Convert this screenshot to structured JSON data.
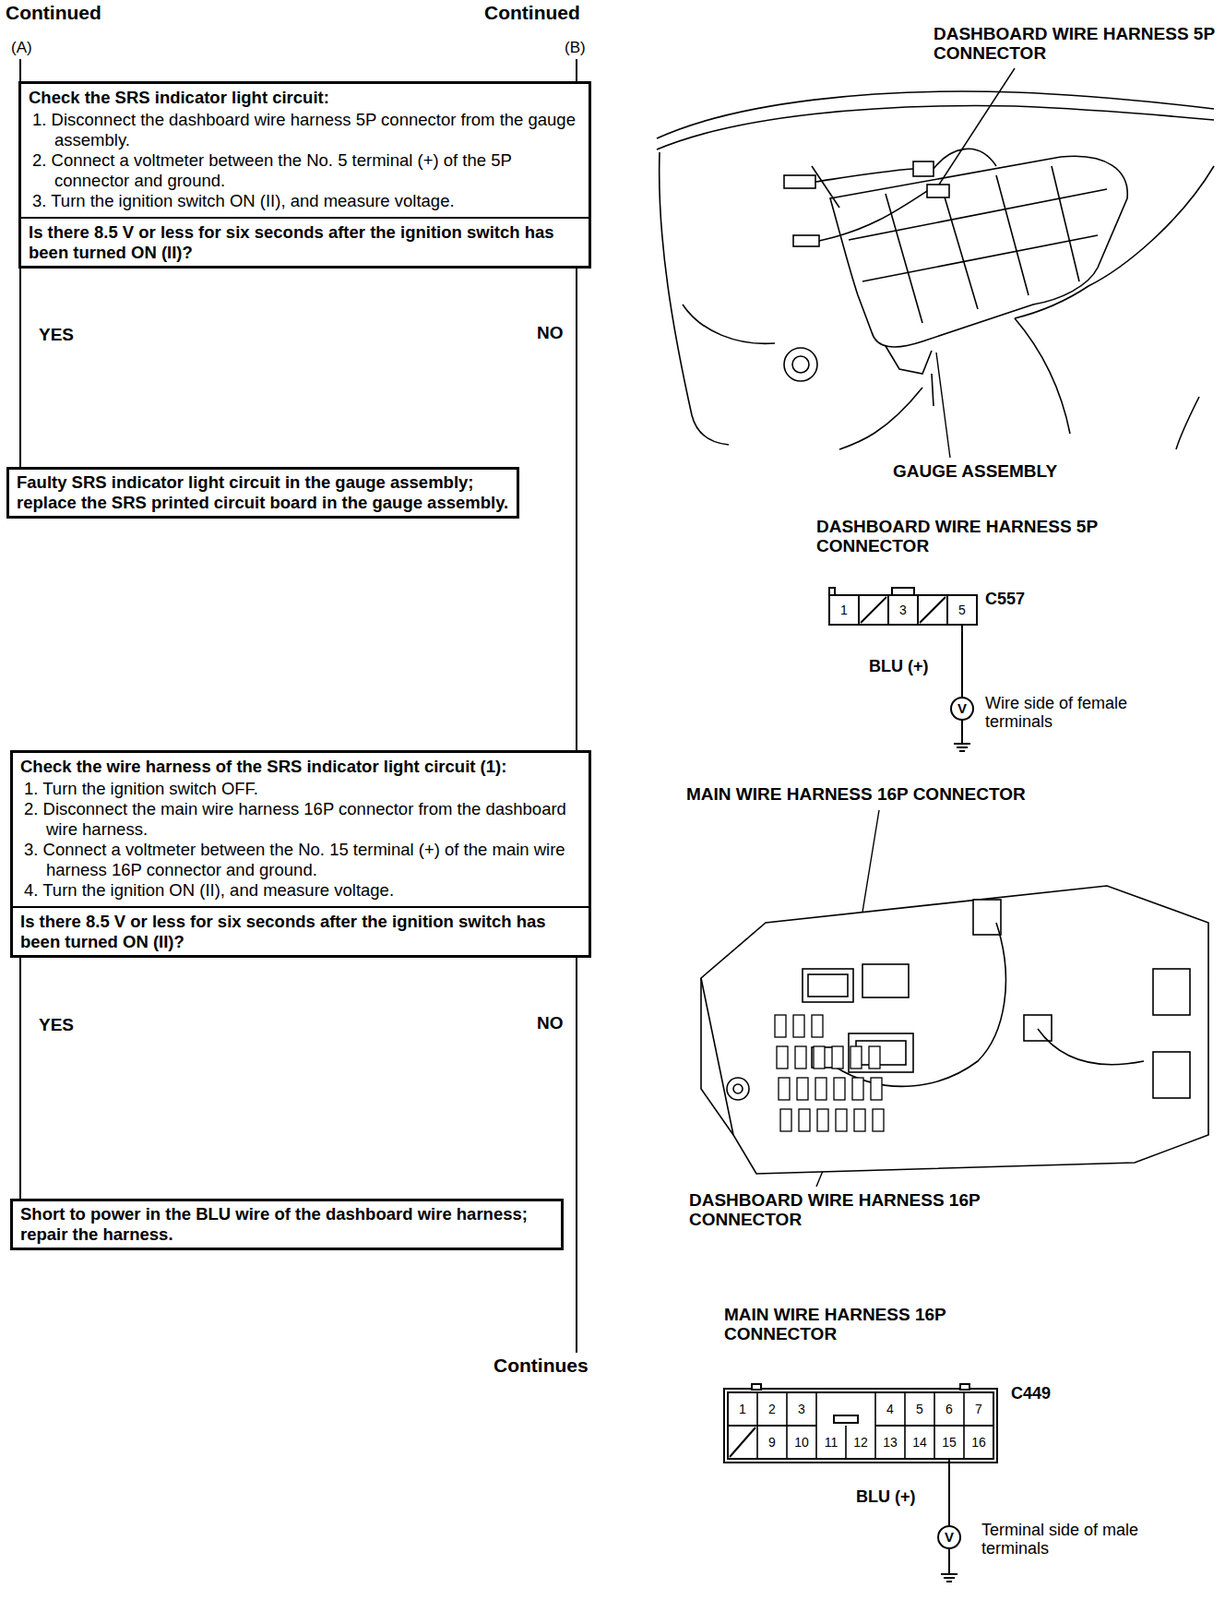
{
  "diagram": {
    "nodes": [
      {
        "text": [
          "Check the SRS indicator light circuit:",
          "1. Disconnect the dashboard wire harness 5P connector from the gauge assembly.",
          "2. Connect a voltmeter between the No. 5 terminal (+) of the 5P connector and ground.",
          "3. Turn the ignition switch ON (II), and measure voltage.",
          "Is there 8.5 V or less for six seconds after the ignition switch has been turned ON (II)?"
        ]
      },
      {
        "text": [
          "Faulty SRS indicator light circuit in the gauge assembly; replace the SRS printed circuit board in the gauge assembly."
        ]
      },
      {
        "text": [
          "Check the wire harness of the SRS indicator light circuit (1):",
          "1. Turn the ignition switch OFF.",
          "2. Disconnect the main wire harness 16P connector from the dashboard wire harness.",
          "3. Connect a voltmeter between the No. 15 terminal (+) of the main wire harness 16P connector and ground.",
          "4. Turn the ignition ON (II), and measure voltage.",
          "Is there 8.5 V or less for six seconds after the ignition switch has been turned ON (II)?"
        ]
      },
      {
        "text": [
          "Short to power in the BLU wire of the dashboard wire harness; repair the harness."
        ]
      }
    ],
    "edges": [
      {
        "from": 0,
        "to": 1,
        "arrow": "none",
        "label": "YES"
      },
      {
        "from": 0,
        "to": 2,
        "arrow": "none",
        "label": "NO"
      },
      {
        "from": 2,
        "to": 3,
        "arrow": "none",
        "label": "YES"
      }
    ],
    "labels": [
      "Continued",
      "(A)",
      "Continued",
      "(B)",
      "Continues",
      "NO",
      "DASHBOARD WIRE HARNESS 5P CONNECTOR",
      "GAUGE ASSEMBLY",
      "DASHBOARD WIRE HARNESS 5P CONNECTOR",
      "1",
      "3",
      "5",
      "C557",
      "BLU (+)",
      "V",
      "Wire side of female terminals",
      "MAIN WIRE HARNESS 16P CONNECTOR",
      "DASHBOARD WIRE HARNESS 16P CONNECTOR",
      "MAIN WIRE HARNESS 16P CONNECTOR",
      "1",
      "2",
      "3",
      "4",
      "5",
      "6",
      "7",
      "9",
      "10",
      "11",
      "12",
      "13",
      "14",
      "15",
      "16",
      "C449",
      "BLU (+)",
      "V",
      "Terminal side of male terminals"
    ]
  }
}
